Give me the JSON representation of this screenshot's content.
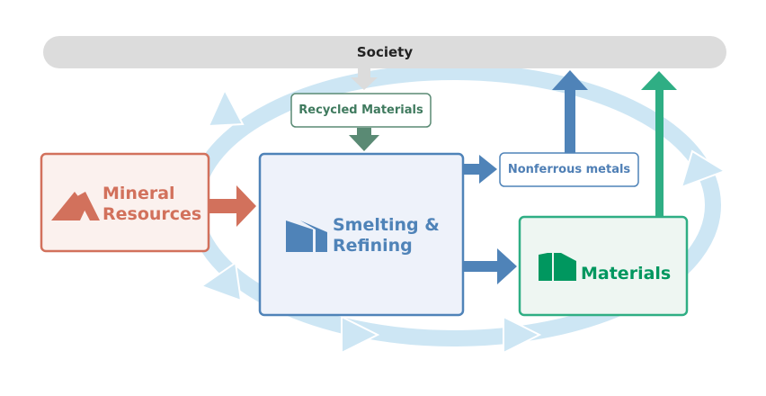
{
  "society": {
    "label": "Society"
  },
  "recycled": {
    "label": "Recycled Materials"
  },
  "mineral": {
    "line1": "Mineral",
    "line2": "Resources",
    "icon": "mountain-icon"
  },
  "smelting": {
    "line1": "Smelting &",
    "line2": "Refining",
    "icon": "factory-icon"
  },
  "nonferrous": {
    "label": "Nonferrous metals"
  },
  "materials": {
    "label": "Materials",
    "icon": "building-icon"
  },
  "colors": {
    "society": "#dcdcdc",
    "recycle_ring": "#cde6f4",
    "mineral": "#d2715c",
    "smelting": "#4f83b8",
    "materials": "#2fae84",
    "recycled": "#5a8a74"
  }
}
